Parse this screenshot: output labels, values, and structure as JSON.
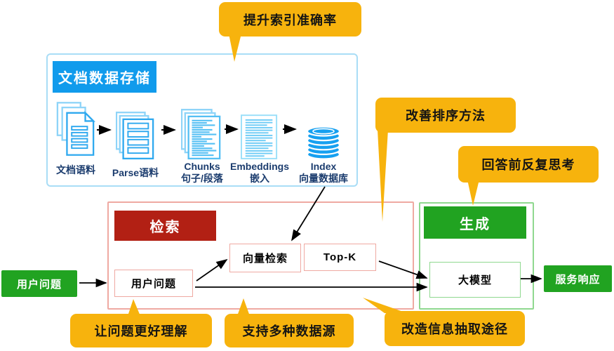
{
  "colors": {
    "orange": "#F7B30D",
    "blue": "#119BEC",
    "light_blue_border": "#A9DDF6",
    "navy_text": "#1B3C6E",
    "red": "#B22014",
    "salmon_border": "#EFA9A2",
    "green": "#21A321",
    "light_green_border": "#8FD88F",
    "arrow": "#000000"
  },
  "callouts": {
    "improve_index": "提升索引准确率",
    "improve_ranking": "改善排序方法",
    "rethink_before_answer": "回答前反复思考",
    "better_understanding": "让问题更好理解",
    "multiple_datasources": "支持多种数据源",
    "info_extraction": "改造信息抽取途径"
  },
  "storage": {
    "title": "文档数据存储",
    "steps": [
      {
        "icon": "document-corpus-icon",
        "label": "文档语料"
      },
      {
        "icon": "parse-corpus-icon",
        "label": "Parse语料"
      },
      {
        "icon": "chunks-icon",
        "label": "Chunks",
        "label2": "句子/段落"
      },
      {
        "icon": "embeddings-icon",
        "label": "Embeddings",
        "label2": "嵌入"
      },
      {
        "icon": "vector-database-icon",
        "label": "Index",
        "label2": "向量数据库"
      }
    ]
  },
  "retrieval": {
    "title": "检索",
    "user_question": "用户问题",
    "vector_search": "向量检索",
    "top_k": "Top-K"
  },
  "generation": {
    "title": "生成",
    "model": "大模型"
  },
  "flow": {
    "input": "用户问题",
    "output": "服务响应"
  }
}
